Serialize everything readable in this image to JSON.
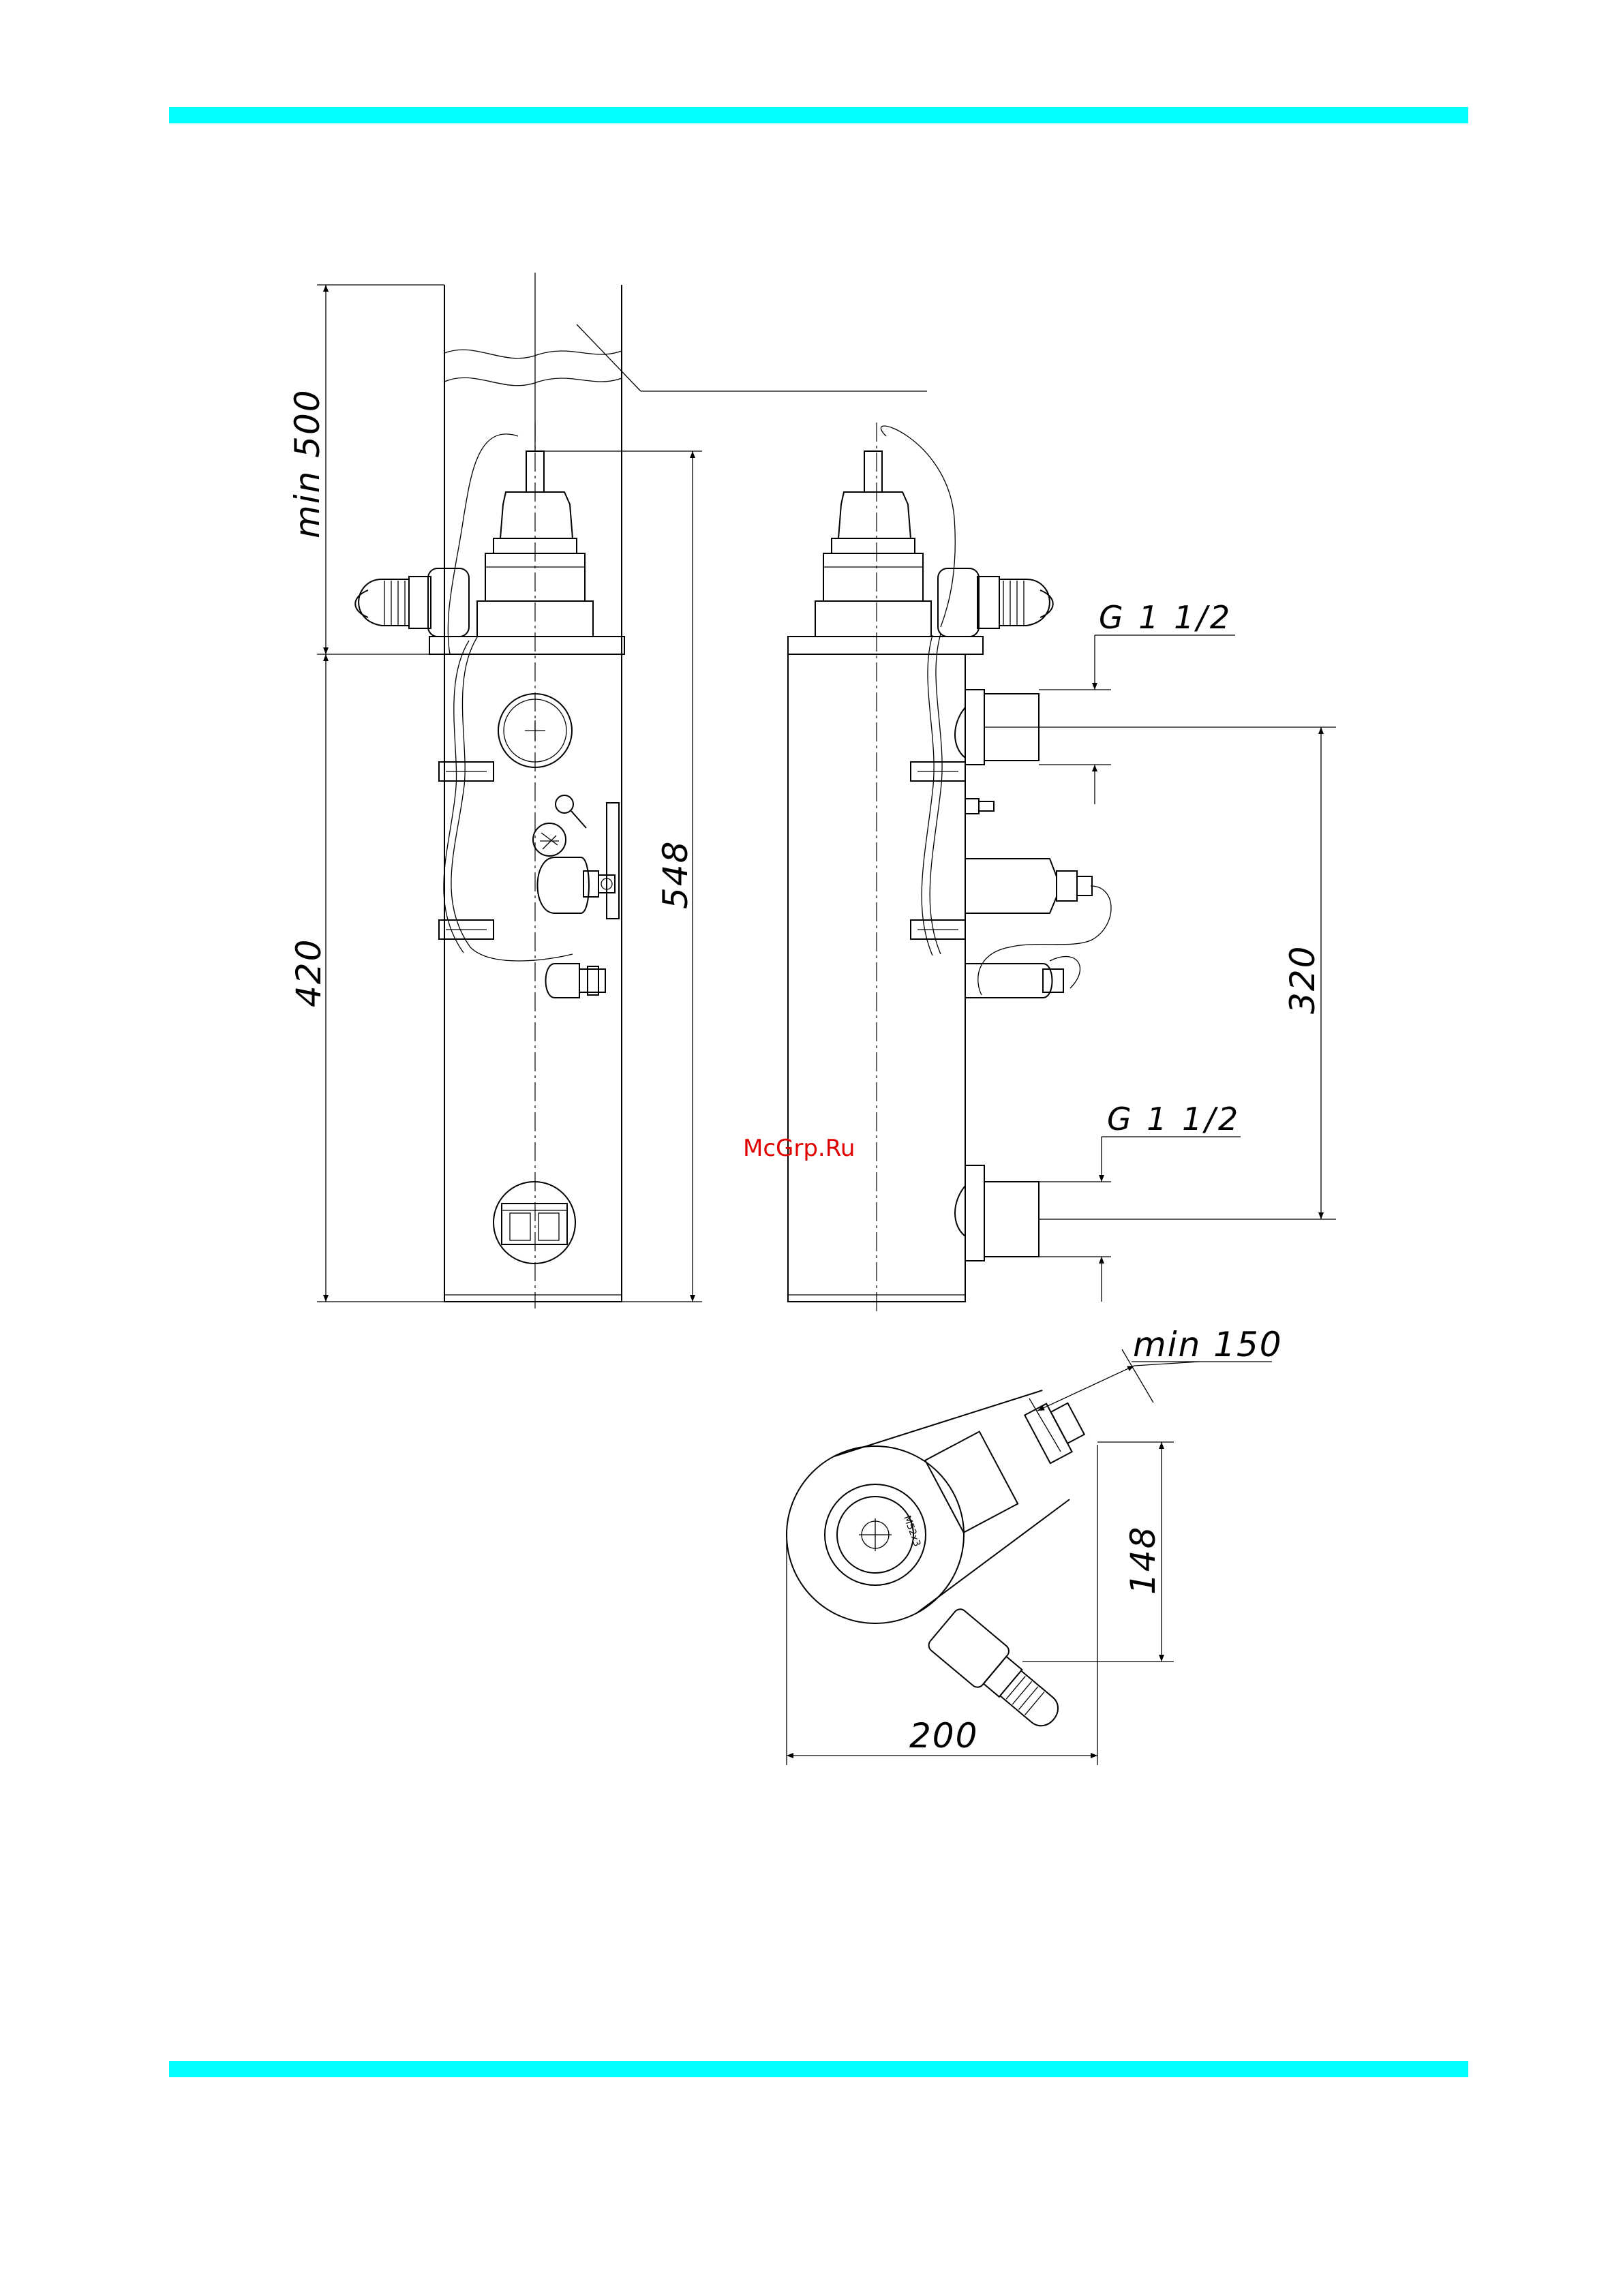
{
  "colors": {
    "band": "#00ffff",
    "line": "#000000",
    "watermark": "#e00000"
  },
  "labels": {
    "dim_min500": "min 500",
    "dim_420": "420",
    "dim_548": "548",
    "dim_320": "320",
    "thread_upper": "G 1 1/2",
    "thread_lower": "G 1 1/2",
    "dim_min150": "min 150",
    "dim_148": "148",
    "dim_200": "200",
    "plate_mark": "M52x3",
    "watermark": "McGrp.Ru"
  }
}
